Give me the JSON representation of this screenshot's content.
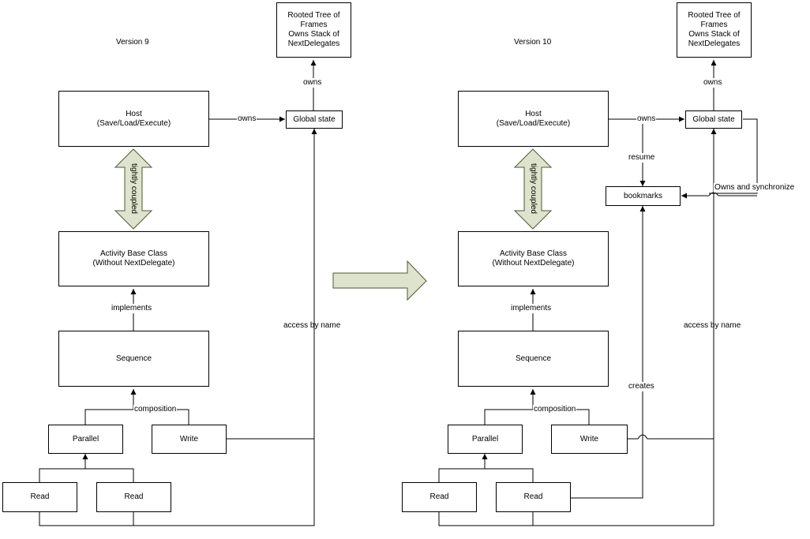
{
  "left": {
    "title": "Version 9",
    "rooted_tree": "Rooted Tree of\nFrames\nOwns Stack of\nNextDelegates",
    "global_state": "Global state",
    "host": "Host\n(Save/Load/Execute)",
    "activity_base": "Activity Base Class\n(Without NextDelegate)",
    "sequence": "Sequence",
    "parallel": "Parallel",
    "write": "Write",
    "read1": "Read",
    "read2": "Read",
    "lbl_owns_top": "owns",
    "lbl_owns_host": "owns",
    "lbl_tightly": "tightly coupled",
    "lbl_implements": "implements",
    "lbl_composition": "composition",
    "lbl_access": "access by name"
  },
  "right": {
    "title": "Version 10",
    "rooted_tree": "Rooted Tree of\nFrames\nOwns Stack of\nNextDelegates",
    "global_state": "Global state",
    "host": "Host\n(Save/Load/Execute)",
    "bookmarks": "bookmarks",
    "activity_base": "Activity Base Class\n(Without NextDelegate)",
    "sequence": "Sequence",
    "parallel": "Parallel",
    "write": "Write",
    "read1": "Read",
    "read2": "Read",
    "lbl_owns_top": "owns",
    "lbl_owns_host": "owns",
    "lbl_resume": "resume",
    "lbl_owns_sync": "Owns and synchronize",
    "lbl_tightly": "tightly coupled",
    "lbl_implements": "implements",
    "lbl_composition": "composition",
    "lbl_creates": "creates",
    "lbl_access": "access by name"
  },
  "colors": {
    "line": "#000000",
    "arrow_fill": "#dde3cc",
    "arrow_stroke": "#4d5a3a"
  }
}
